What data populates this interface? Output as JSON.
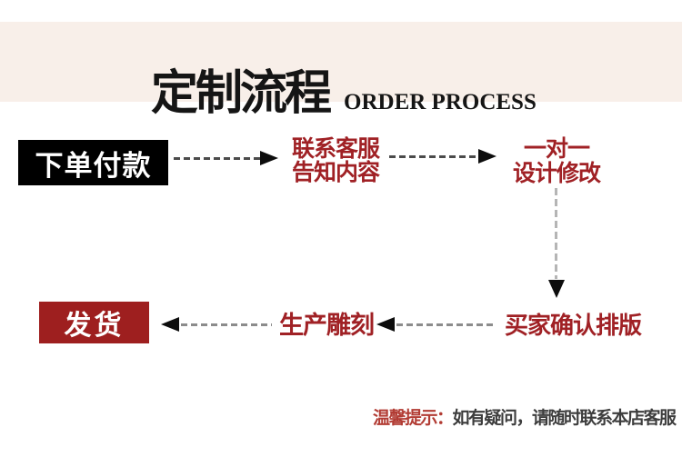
{
  "header": {
    "title_zh": "定制流程",
    "title_en": "ORDER PROCESS"
  },
  "flow": {
    "steps": [
      {
        "label": "下单付款"
      },
      {
        "lines": [
          "联系客服",
          "告知内容"
        ]
      },
      {
        "lines": [
          "一对一",
          "设计修改"
        ]
      },
      {
        "label": "买家确认排版"
      },
      {
        "label": "生产雕刻"
      },
      {
        "label": "发货"
      }
    ]
  },
  "tip": {
    "label": "温馨提示：",
    "text": "如有疑问，请随时联系本店客服"
  },
  "colors": {
    "banner_bg": "#f8efe9",
    "header_text": "#151515",
    "start_box_bg": "#000000",
    "ship_box_bg": "#9e1f1f",
    "flow_text_red": "#a02125",
    "tip_label_red": "#b23c34",
    "tip_text": "#3d3d3d",
    "dash_dark": "#4a4a4a",
    "dash_gray": "#8c8c8c",
    "dash_light": "#b5b5b5"
  }
}
